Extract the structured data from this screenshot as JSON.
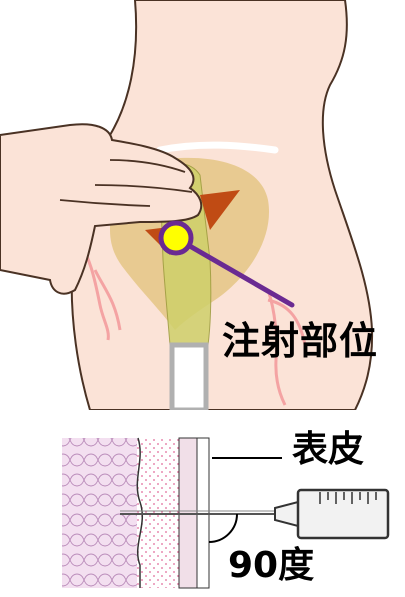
{
  "labels": {
    "injection_site": "注射部位",
    "epidermis": "表皮",
    "angle": "90度"
  },
  "colors": {
    "skin": "#fbe3d7",
    "skin_outline": "#5a3a2a",
    "muscle_highlight": "#d8b657",
    "bone_strip": "#cfd06a",
    "triangle": "#c04b14",
    "target_dot": "#ffff00",
    "target_ring": "#6a2a92",
    "pointer": "#6a2a92",
    "vessel": "#f4a3a3",
    "dermis_pattern": "#c9a0c9",
    "fat_dots": "#e89ab6"
  }
}
